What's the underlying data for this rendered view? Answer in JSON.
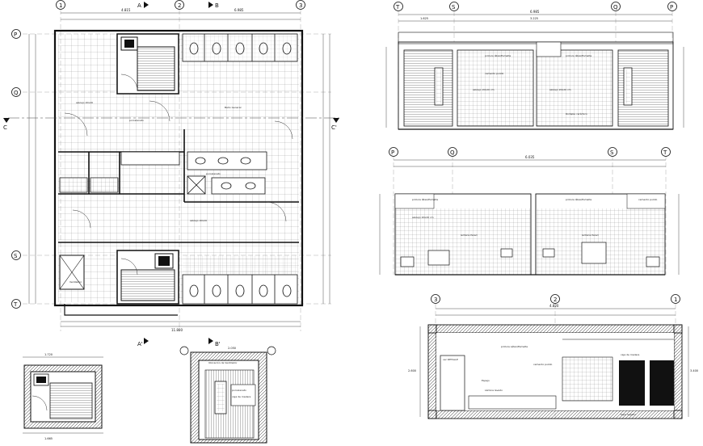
{
  "drawing": {
    "plan_grid_cols": [
      "1",
      "2",
      "3"
    ],
    "plan_grid_rows": [
      "P",
      "Q",
      "S",
      "T"
    ],
    "section_cut_marks": [
      "A",
      "B",
      "A'",
      "B'"
    ],
    "side_marks": [
      "C",
      "C'"
    ],
    "elev1_grid": [
      "T",
      "S",
      "Q",
      "P"
    ],
    "elev2_grid": [
      "P",
      "Q",
      "S",
      "T"
    ],
    "section_grid": [
      "3",
      "2",
      "1"
    ],
    "notes": {
      "plan_sauna": "Ventilador",
      "plan_note1": "azulejo 20x20",
      "plan_note2": "porcelanato",
      "plan_note3": "Baño General",
      "elev_note1": "pintura látex/Esmalte",
      "elev_note2": "cemento pulido",
      "elev_note3": "azulejo 20x20 cm",
      "elev_note4": "Grifería Pared",
      "elev_note5": "Rodapie cerámico",
      "section_note1": "ver DETALLE",
      "section_note2": "pintura Látex/Esmalte",
      "section_note3": "cemento pulido",
      "section_note4": "Espejo",
      "section_note5": "porcelanato",
      "section_note6": "Lámina lavado",
      "section_note7": "caja de madera",
      "section_note8": "tapa registro"
    },
    "dims": {
      "top_total": "11.800",
      "top_a": "4.815",
      "top_b": "6.985",
      "e1_total": "6.985",
      "e1_a": "1.625",
      "e1_b": "3.225",
      "e2_total": "6.035",
      "sec_total": "4.820",
      "sec_h1": "2.600",
      "sec_h2": "3.400",
      "small1": "1.720",
      "small2": "1.665",
      "small3": "2.050"
    },
    "detail_title": "Ubicación de Ventilador"
  }
}
